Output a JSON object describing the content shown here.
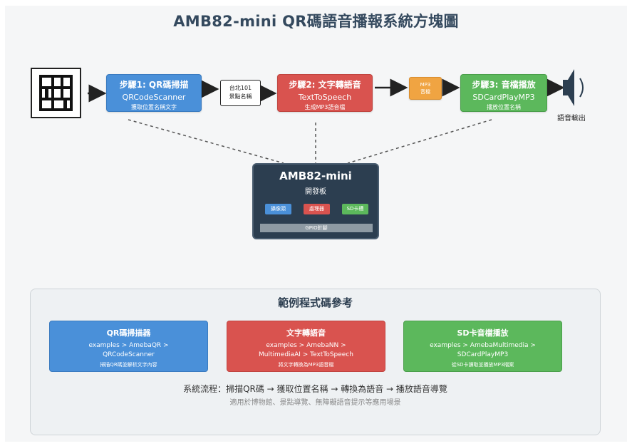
{
  "title": "AMB82-mini QR碼語音播報系統方塊圖",
  "steps": [
    {
      "title": "步驟1: QR碼掃描",
      "subtitle": "QRCodeScanner",
      "desc": "獲取位置名稱文字"
    },
    {
      "title": "步驟2: 文字轉語音",
      "subtitle": "TextToSpeech",
      "desc": "生成MP3語音檔"
    },
    {
      "title": "步驟3: 音檔播放",
      "subtitle": "SDCardPlayMP3",
      "desc": "播放位置名稱"
    }
  ],
  "location_label": {
    "line1": "台北101",
    "line2": "景點名稱"
  },
  "mp3_box": {
    "line1": "MP3",
    "line2": "音檔"
  },
  "speaker_label": "語音輸出",
  "board": {
    "title": "AMB82-mini",
    "subtitle": "開發板",
    "chips": [
      "攝像頭",
      "處理器",
      "SD卡槽"
    ],
    "gpio": "GPIO針腳"
  },
  "reference": {
    "title": "範例程式碼參考",
    "cards": [
      {
        "title": "QR碼掃描器",
        "path1": "examples > AmebaQR >",
        "path2": "QRCodeScanner",
        "desc": "掃描QR碼並解析文字內容"
      },
      {
        "title": "文字轉語音",
        "path1": "examples > AmebaNN >",
        "path2": "MultimediaAI > TextToSpeech",
        "desc": "將文字轉換為MP3語音檔"
      },
      {
        "title": "SD卡音檔播放",
        "path1": "examples > AmebaMultimedia >",
        "path2": "SDCardPlayMP3",
        "desc": "從SD卡讀取並播放MP3檔案"
      }
    ],
    "flow": "系統流程：掃描QR碼 → 獲取位置名稱 → 轉換為語音 → 播放語音導覽",
    "usage": "適用於博物館、景點導覽、無障礙語音提示等應用場景"
  },
  "colors": {
    "blue": "#4a90d9",
    "red": "#d9534f",
    "green": "#5cb85c",
    "orange": "#f0a442",
    "board": "#2c3e50"
  }
}
